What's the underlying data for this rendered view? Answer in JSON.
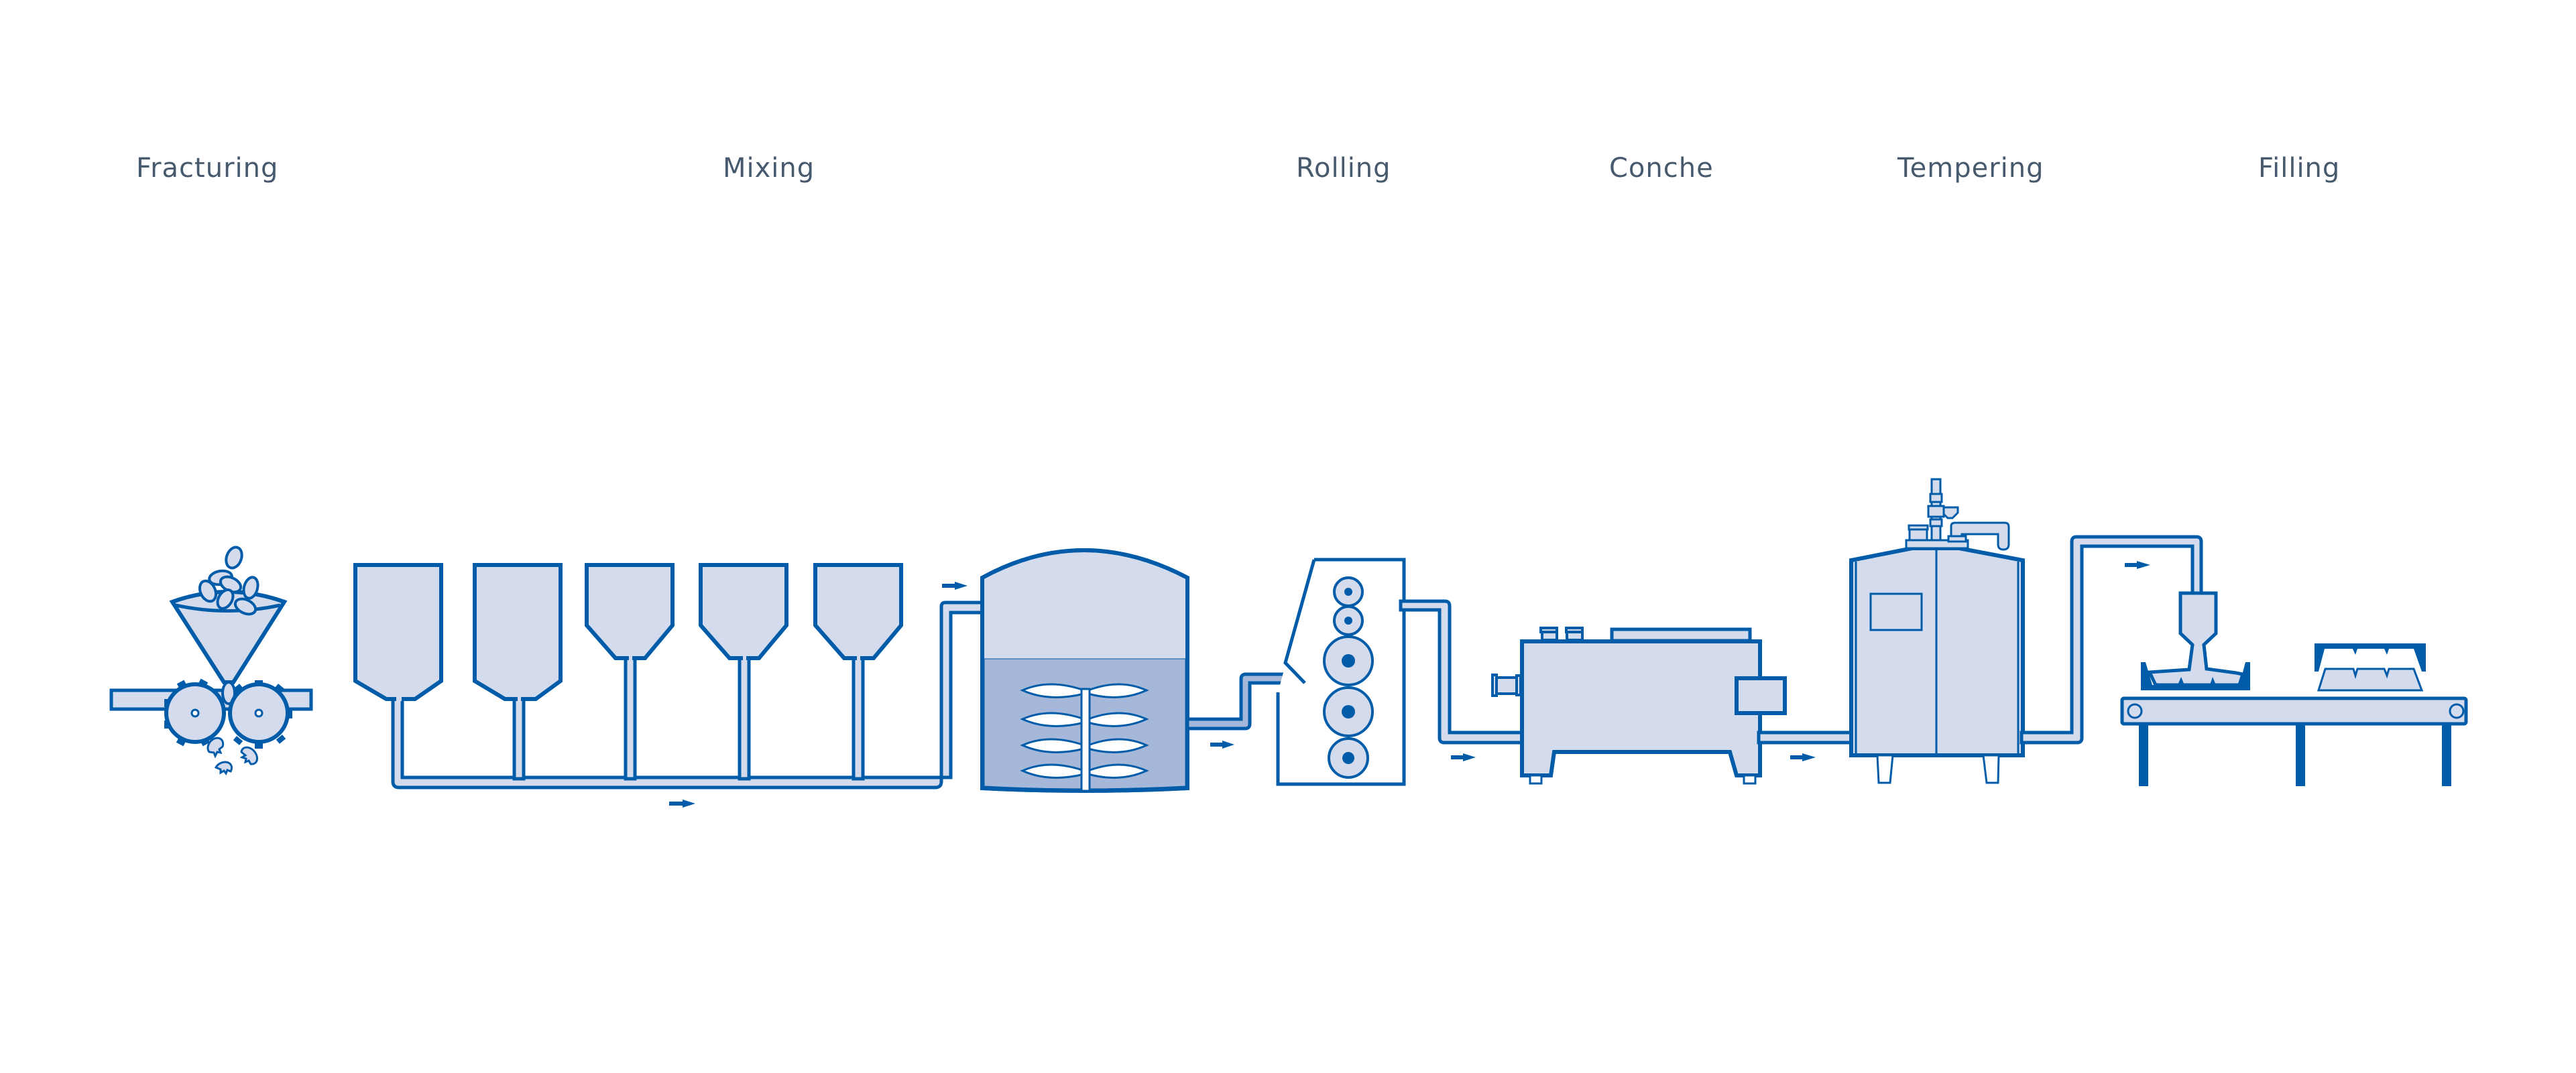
{
  "title": "Chocolate production process",
  "stages": [
    {
      "id": "fracturing",
      "label": "Fracturing"
    },
    {
      "id": "mixing",
      "label": "Mixing"
    },
    {
      "id": "rolling",
      "label": "Rolling"
    },
    {
      "id": "conche",
      "label": "Conche"
    },
    {
      "id": "tempering",
      "label": "Tempering"
    },
    {
      "id": "filling",
      "label": "Filling"
    }
  ],
  "colors": {
    "outline": "#005ca9",
    "fill_light": "#d3dbec",
    "fill_medium": "#a6b8da",
    "label_text": "#46596d",
    "background": "#ffffff"
  },
  "flow": {
    "direction": "left-to-right",
    "arrow_icon": "flow-arrow-icon"
  },
  "mixing": {
    "hopper_count": 5,
    "mixer_blade_pairs": 4
  },
  "rolling": {
    "roller_count": 5
  }
}
